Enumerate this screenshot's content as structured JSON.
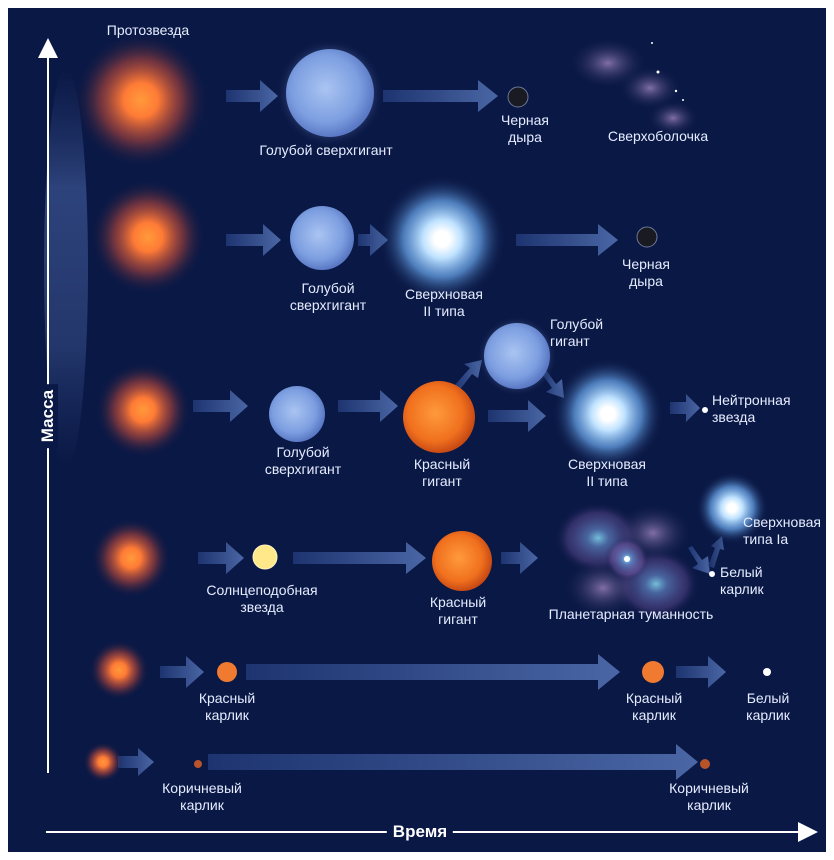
{
  "axes": {
    "y_label": "Масса",
    "x_label": "Время"
  },
  "labels": {
    "protostar": "Протозвезда",
    "row1": {
      "blue_supergiant": "Голубой сверхгигант",
      "black_hole": [
        "Черная",
        "дыра"
      ],
      "supershell": "Сверхоболочка"
    },
    "row2": {
      "blue_supergiant": [
        "Голубой",
        "сверхгигант"
      ],
      "supernova": [
        "Сверхновая",
        "II типа"
      ],
      "black_hole": [
        "Черная",
        "дыра"
      ]
    },
    "row3": {
      "blue_supergiant": [
        "Голубой",
        "сверхгигант"
      ],
      "red_giant": [
        "Красный",
        "гигант"
      ],
      "blue_giant": [
        "Голубой",
        "гигант"
      ],
      "supernova": [
        "Сверхновая",
        "II типа"
      ],
      "neutron_star": [
        "Нейтронная",
        "звезда"
      ]
    },
    "row4": {
      "sunlike": [
        "Солнцеподобная",
        "звезда"
      ],
      "red_giant": [
        "Красный",
        "гигант"
      ],
      "planetary_nebula": "Планетарная туманность",
      "supernova_ia": [
        "Сверхновая",
        "типа Ia"
      ],
      "white_dwarf": [
        "Белый",
        "карлик"
      ]
    },
    "row5": {
      "red_dwarf_1": [
        "Красный",
        "карлик"
      ],
      "red_dwarf_2": [
        "Красный",
        "карлик"
      ],
      "white_dwarf": [
        "Белый",
        "карлик"
      ]
    },
    "row6": {
      "brown_dwarf_1": [
        "Коричневый",
        "карлик"
      ],
      "brown_dwarf_2": [
        "Коричневый",
        "карлик"
      ]
    }
  },
  "colors": {
    "background": "#0a1845",
    "text": "#e6ecff",
    "arrow": "#3f5a94"
  }
}
